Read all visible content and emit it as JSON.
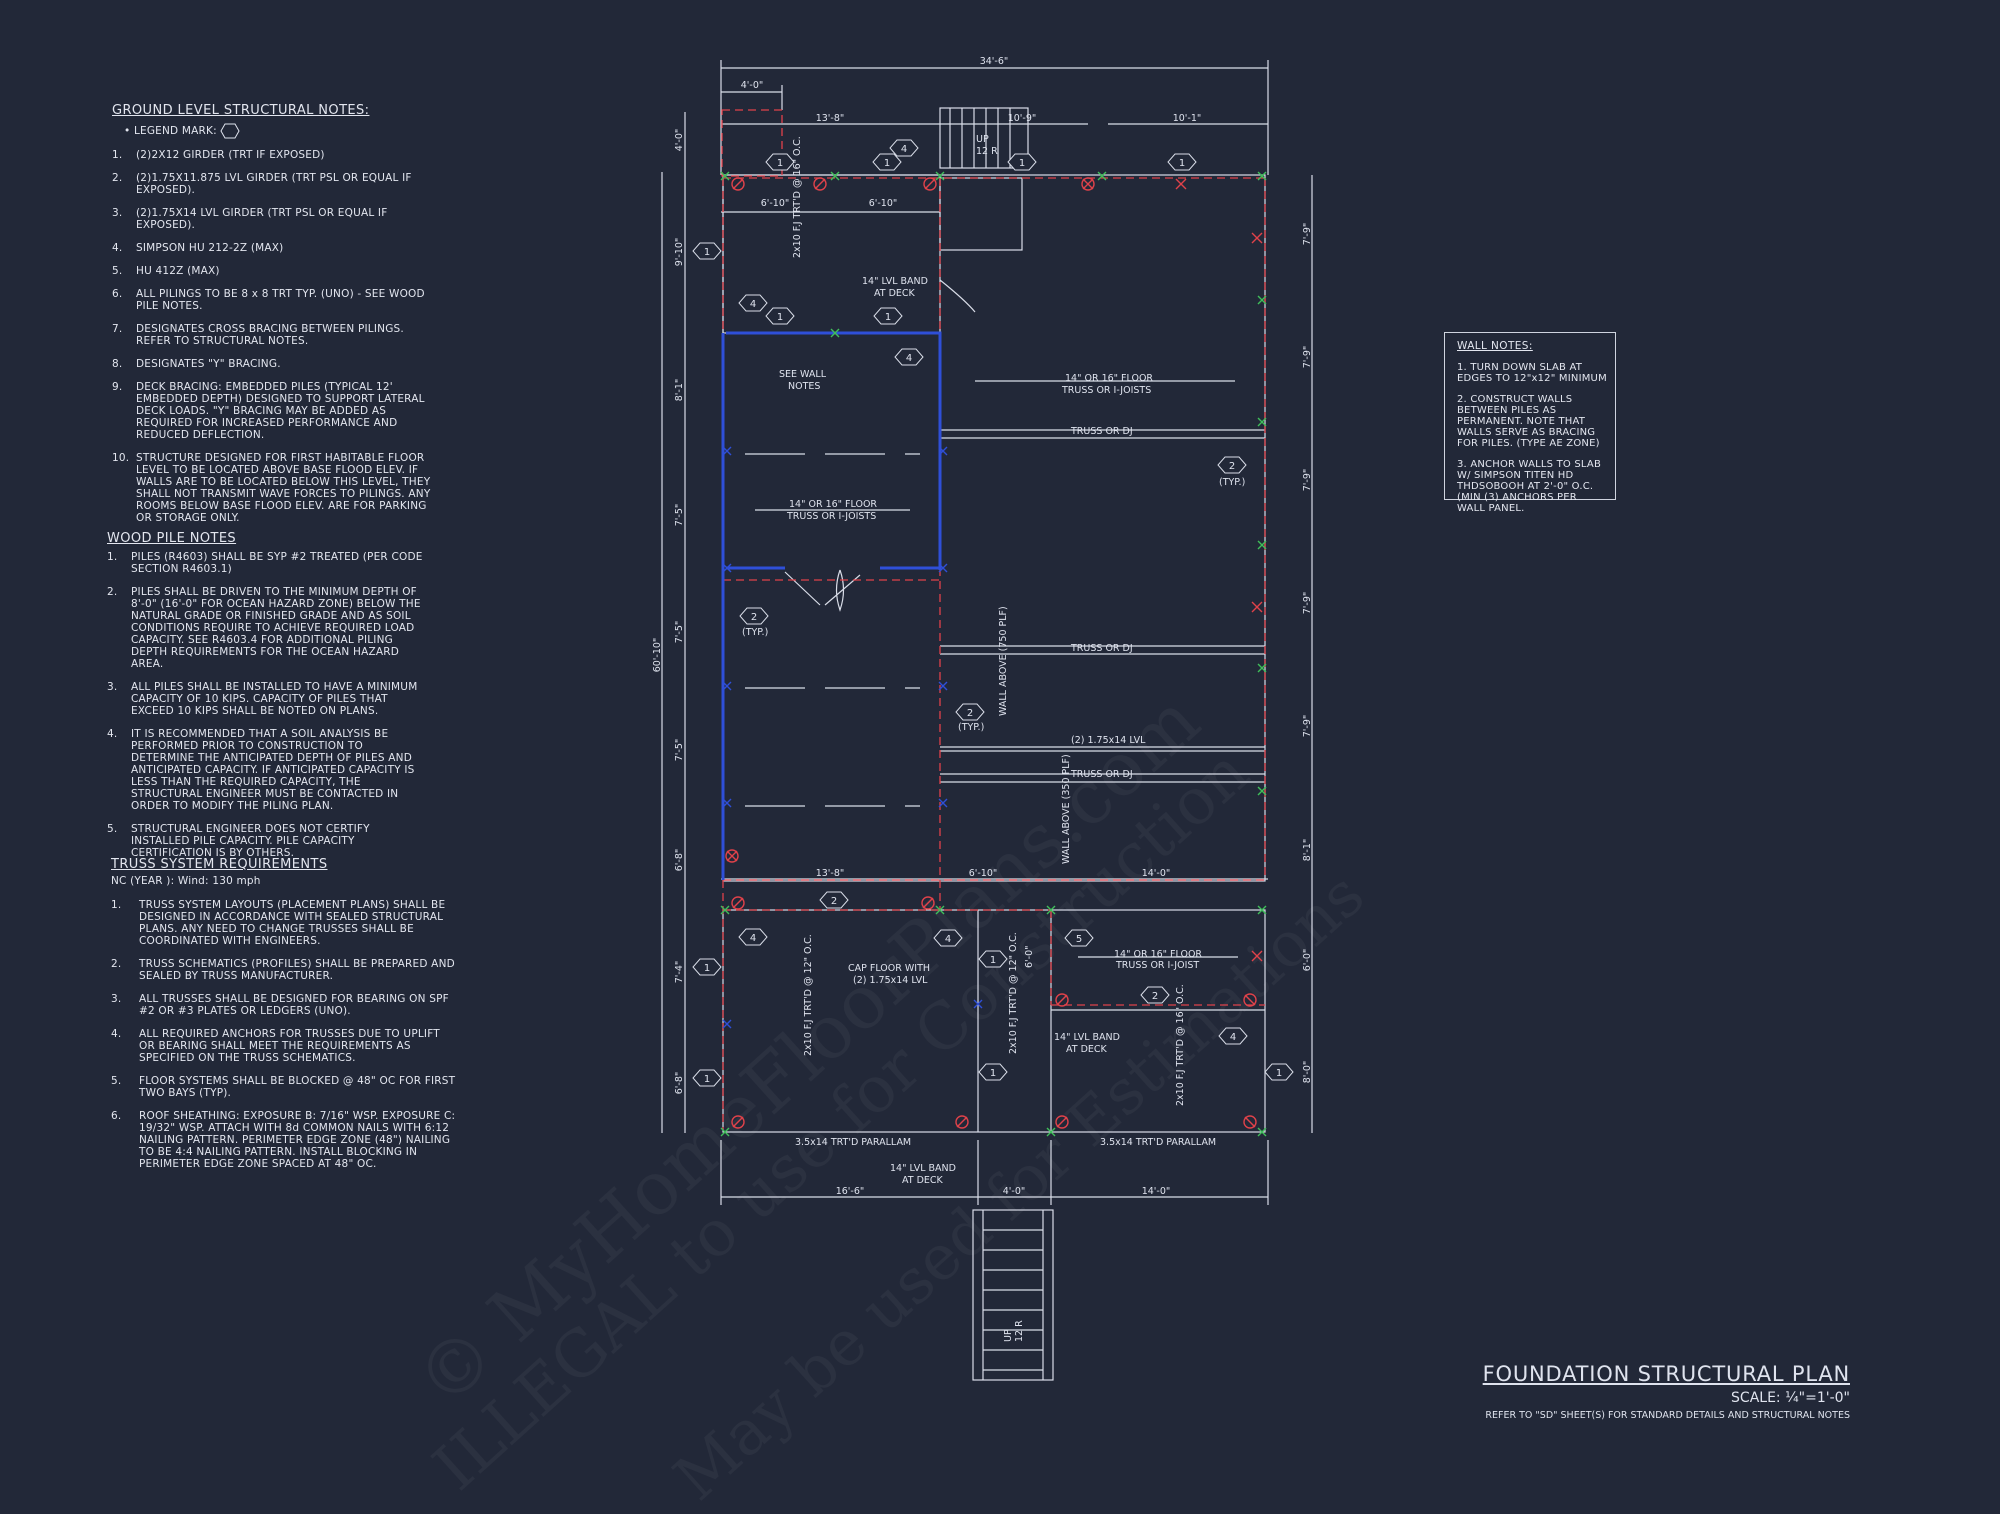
{
  "ground_notes": {
    "title": "GROUND LEVEL STRUCTURAL NOTES:",
    "legend": "LEGEND MARK:",
    "items": [
      {
        "num": "1.",
        "text": "(2)2X12 GIRDER (TRT IF EXPOSED)"
      },
      {
        "num": "2.",
        "text": "(2)1.75X11.875 LVL GIRDER (TRT PSL OR EQUAL IF EXPOSED)."
      },
      {
        "num": "3.",
        "text": "(2)1.75X14 LVL GIRDER (TRT PSL OR EQUAL IF EXPOSED)."
      },
      {
        "num": "4.",
        "text": "SIMPSON HU 212-2Z (MAX)"
      },
      {
        "num": "5.",
        "text": "HU 412Z (MAX)"
      },
      {
        "num": "6.",
        "text": "ALL PILINGS TO BE 8 x 8 TRT TYP. (UNO) - SEE WOOD PILE NOTES."
      },
      {
        "num": "7.",
        "text": "DESIGNATES CROSS BRACING BETWEEN PILINGS. REFER TO STRUCTURAL NOTES."
      },
      {
        "num": "8.",
        "text": "DESIGNATES \"Y\" BRACING."
      },
      {
        "num": "9.",
        "text": "DECK BRACING: EMBEDDED PILES (TYPICAL 12' EMBEDDED DEPTH) DESIGNED TO SUPPORT LATERAL DECK LOADS. \"Y\" BRACING MAY BE ADDED AS REQUIRED FOR INCREASED PERFORMANCE AND REDUCED DEFLECTION."
      },
      {
        "num": "10.",
        "text": "STRUCTURE DESIGNED FOR FIRST HABITABLE FLOOR LEVEL TO BE LOCATED ABOVE BASE FLOOD ELEV. IF WALLS ARE TO BE LOCATED BELOW THIS LEVEL, THEY SHALL NOT TRANSMIT WAVE FORCES TO PILINGS. ANY ROOMS BELOW BASE FLOOD ELEV. ARE FOR PARKING OR STORAGE ONLY."
      }
    ]
  },
  "pile_notes": {
    "title": "WOOD PILE NOTES",
    "items": [
      {
        "num": "1.",
        "text": "PILES (R4603) SHALL BE SYP #2 TREATED (PER CODE SECTION R4603.1)"
      },
      {
        "num": "2.",
        "text": "PILES SHALL BE DRIVEN TO THE MINIMUM DEPTH OF 8'-0\" (16'-0\" FOR OCEAN HAZARD ZONE) BELOW THE NATURAL GRADE OR FINISHED GRADE AND AS SOIL CONDITIONS REQUIRE TO ACHIEVE REQUIRED LOAD CAPACITY. SEE R4603.4 FOR ADDITIONAL PILING DEPTH REQUIREMENTS FOR THE OCEAN HAZARD AREA."
      },
      {
        "num": "3.",
        "text": "ALL PILES SHALL BE INSTALLED TO HAVE A MINIMUM CAPACITY OF 10 KIPS. CAPACITY OF PILES THAT EXCEED 10 KIPS SHALL BE NOTED ON PLANS."
      },
      {
        "num": "4.",
        "text": "IT IS RECOMMENDED THAT A SOIL ANALYSIS BE PERFORMED PRIOR TO CONSTRUCTION TO DETERMINE THE ANTICIPATED DEPTH OF PILES AND ANTICIPATED CAPACITY. IF ANTICIPATED CAPACITY IS LESS THAN THE REQUIRED CAPACITY, THE STRUCTURAL ENGINEER MUST BE CONTACTED IN ORDER TO MODIFY THE PILING PLAN."
      },
      {
        "num": "5.",
        "text": "STRUCTURAL ENGINEER DOES NOT CERTIFY INSTALLED PILE CAPACITY. PILE CAPACITY CERTIFICATION IS BY OTHERS."
      }
    ]
  },
  "truss_notes": {
    "title": "TRUSS SYSTEM REQUIREMENTS",
    "subtitle": "NC (YEAR ): Wind: 130 mph",
    "items": [
      {
        "num": "1.",
        "text": "TRUSS SYSTEM LAYOUTS (PLACEMENT PLANS) SHALL BE DESIGNED IN ACCORDANCE WITH SEALED STRUCTURAL PLANS. ANY NEED TO CHANGE TRUSSES SHALL BE COORDINATED WITH ENGINEERS."
      },
      {
        "num": "2.",
        "text": "TRUSS SCHEMATICS (PROFILES) SHALL BE PREPARED AND SEALED BY TRUSS MANUFACTURER."
      },
      {
        "num": "3.",
        "text": "ALL TRUSSES SHALL BE DESIGNED FOR BEARING ON SPF #2 OR #3 PLATES OR LEDGERS (UNO)."
      },
      {
        "num": "4.",
        "text": "ALL REQUIRED ANCHORS FOR TRUSSES DUE TO UPLIFT OR BEARING SHALL MEET THE REQUIREMENTS AS SPECIFIED ON THE TRUSS SCHEMATICS."
      },
      {
        "num": "5.",
        "text": "FLOOR SYSTEMS SHALL BE BLOCKED @ 48\" OC FOR FIRST TWO BAYS (TYP)."
      },
      {
        "num": "6.",
        "text": "ROOF SHEATHING: EXPOSURE B: 7/16\" WSP. EXPOSURE C: 19/32\" WSP. ATTACH WITH 8d COMMON NAILS WITH 6:12 NAILING PATTERN. PERIMETER EDGE ZONE (48\") NAILING TO BE 4:4 NAILING PATTERN. INSTALL BLOCKING IN PERIMETER EDGE ZONE SPACED AT 48\" OC."
      }
    ]
  },
  "wall_notes": {
    "title": "WALL NOTES:",
    "items": [
      "1. TURN DOWN SLAB AT EDGES TO 12\"x12\" MINIMUM",
      "2. CONSTRUCT WALLS BETWEEN PILES AS PERMANENT. NOTE THAT WALLS SERVE AS BRACING FOR PILES. (TYPE AE ZONE)",
      "3. ANCHOR WALLS TO SLAB W/ SIMPSON TITEN HD THDSOBOOH AT 2'-0\" O.C. (MIN (3) ANCHORS PER WALL PANEL."
    ]
  },
  "title_block": {
    "title": "FOUNDATION STRUCTURAL PLAN",
    "scale": "SCALE: ¼\"=1'-0\"",
    "reference": "REFER TO \"SD\" SHEET(S) FOR STANDARD DETAILS AND STRUCTURAL NOTES"
  },
  "watermark": {
    "line1": "© MyHomeFloorPlans.com",
    "line2": "ILLEGAL to use for Construction",
    "line3": "May be used for Estimations"
  },
  "plan_labels": {
    "dim_overall": "34'-6\"",
    "dim_4_0_top": "4'-0\"",
    "dim_13_8_top": "13'-8\"",
    "dim_10_9": "10'-9\"",
    "dim_10_1": "10'-1\"",
    "dim_6_10_a": "6'-10\"",
    "dim_6_10_b": "6'-10\"",
    "dim_13_8_mid": "13'-8\"",
    "dim_6_10_mid": "6'-10\"",
    "dim_14_0_mid": "14'-0\"",
    "dim_16_6": "16'-6\"",
    "dim_4_0_bot": "4'-0\"",
    "dim_14_0_bot": "14'-0\"",
    "dim_60_10": "60'-10\"",
    "left_dims": [
      "4'-0\"",
      "9'-10\"",
      "8'-1\"",
      "7'-5\"",
      "7'-5\"",
      "7'-5\"",
      "6'-8\"",
      "7'-4\"",
      "6'-8\""
    ],
    "right_dims": [
      "7'-9\"",
      "7'-9\"",
      "7'-9\"",
      "7'-9\"",
      "7'-9\"",
      "8'-1\"",
      "6'-0\"",
      "8'-0\""
    ],
    "up_top": "UP",
    "up_top_r": "12 R",
    "up_bot": "UP",
    "up_bot_r": "12 R",
    "joist_top_left": "2x10 F.J TRT'D @ 16\" O.C.",
    "lvl_band_top": "14\" LVL BAND",
    "lvl_band_top_2": "AT DECK",
    "see_wall": "SEE WALL",
    "see_wall_2": "NOTES",
    "floor_truss_right": "14\" OR 16\" FLOOR",
    "floor_truss_right_2": "TRUSS OR I-JOISTS",
    "truss_dj_1": "TRUSS OR DJ",
    "floor_truss_left": "14\" OR 16\" FLOOR",
    "floor_truss_left_2": "TRUSS OR I-JOISTS",
    "typ": "(TYP.)",
    "truss_dj_2": "TRUSS OR DJ",
    "wall_above_1": "WALL ABOVE (750 PLF)",
    "lvl_2_175x14": "(2) 1.75x14 LVL",
    "truss_dj_3": "TRUSS OR DJ",
    "wall_above_2": "WALL ABOVE (350 PLF)",
    "cap_floor": "CAP FLOOR WITH",
    "cap_floor_2": "(2) 1.75x14 LVL",
    "floor_truss_bot": "14\" OR 16\" FLOOR",
    "floor_truss_bot_2": "TRUSS OR I-JOIST",
    "joist_bot_left": "2x10 F.J TRT'D @ 12\" O.C.",
    "joist_bot_mid": "2x10 F.J TRT'D @ 12\" O.C.",
    "joist_bot_right": "2x10 F.J TRT'D @ 16\" O.C.",
    "lvl_band_bot": "14\" LVL BAND",
    "lvl_band_bot_2": "AT DECK",
    "parallam_l": "3.5x14 TRT'D PARALLAM",
    "parallam_r": "3.5x14 TRT'D PARALLAM",
    "lvl_band_deck": "14\" LVL BAND",
    "lvl_band_deck_2": "AT DECK",
    "six_0": "6'-0\""
  },
  "colors": {
    "background": "#222838",
    "line": "#d9dde8",
    "red_dash": "#e0424a",
    "blue_wall": "#2f4fd8",
    "green_pile": "#3fbf5a"
  }
}
